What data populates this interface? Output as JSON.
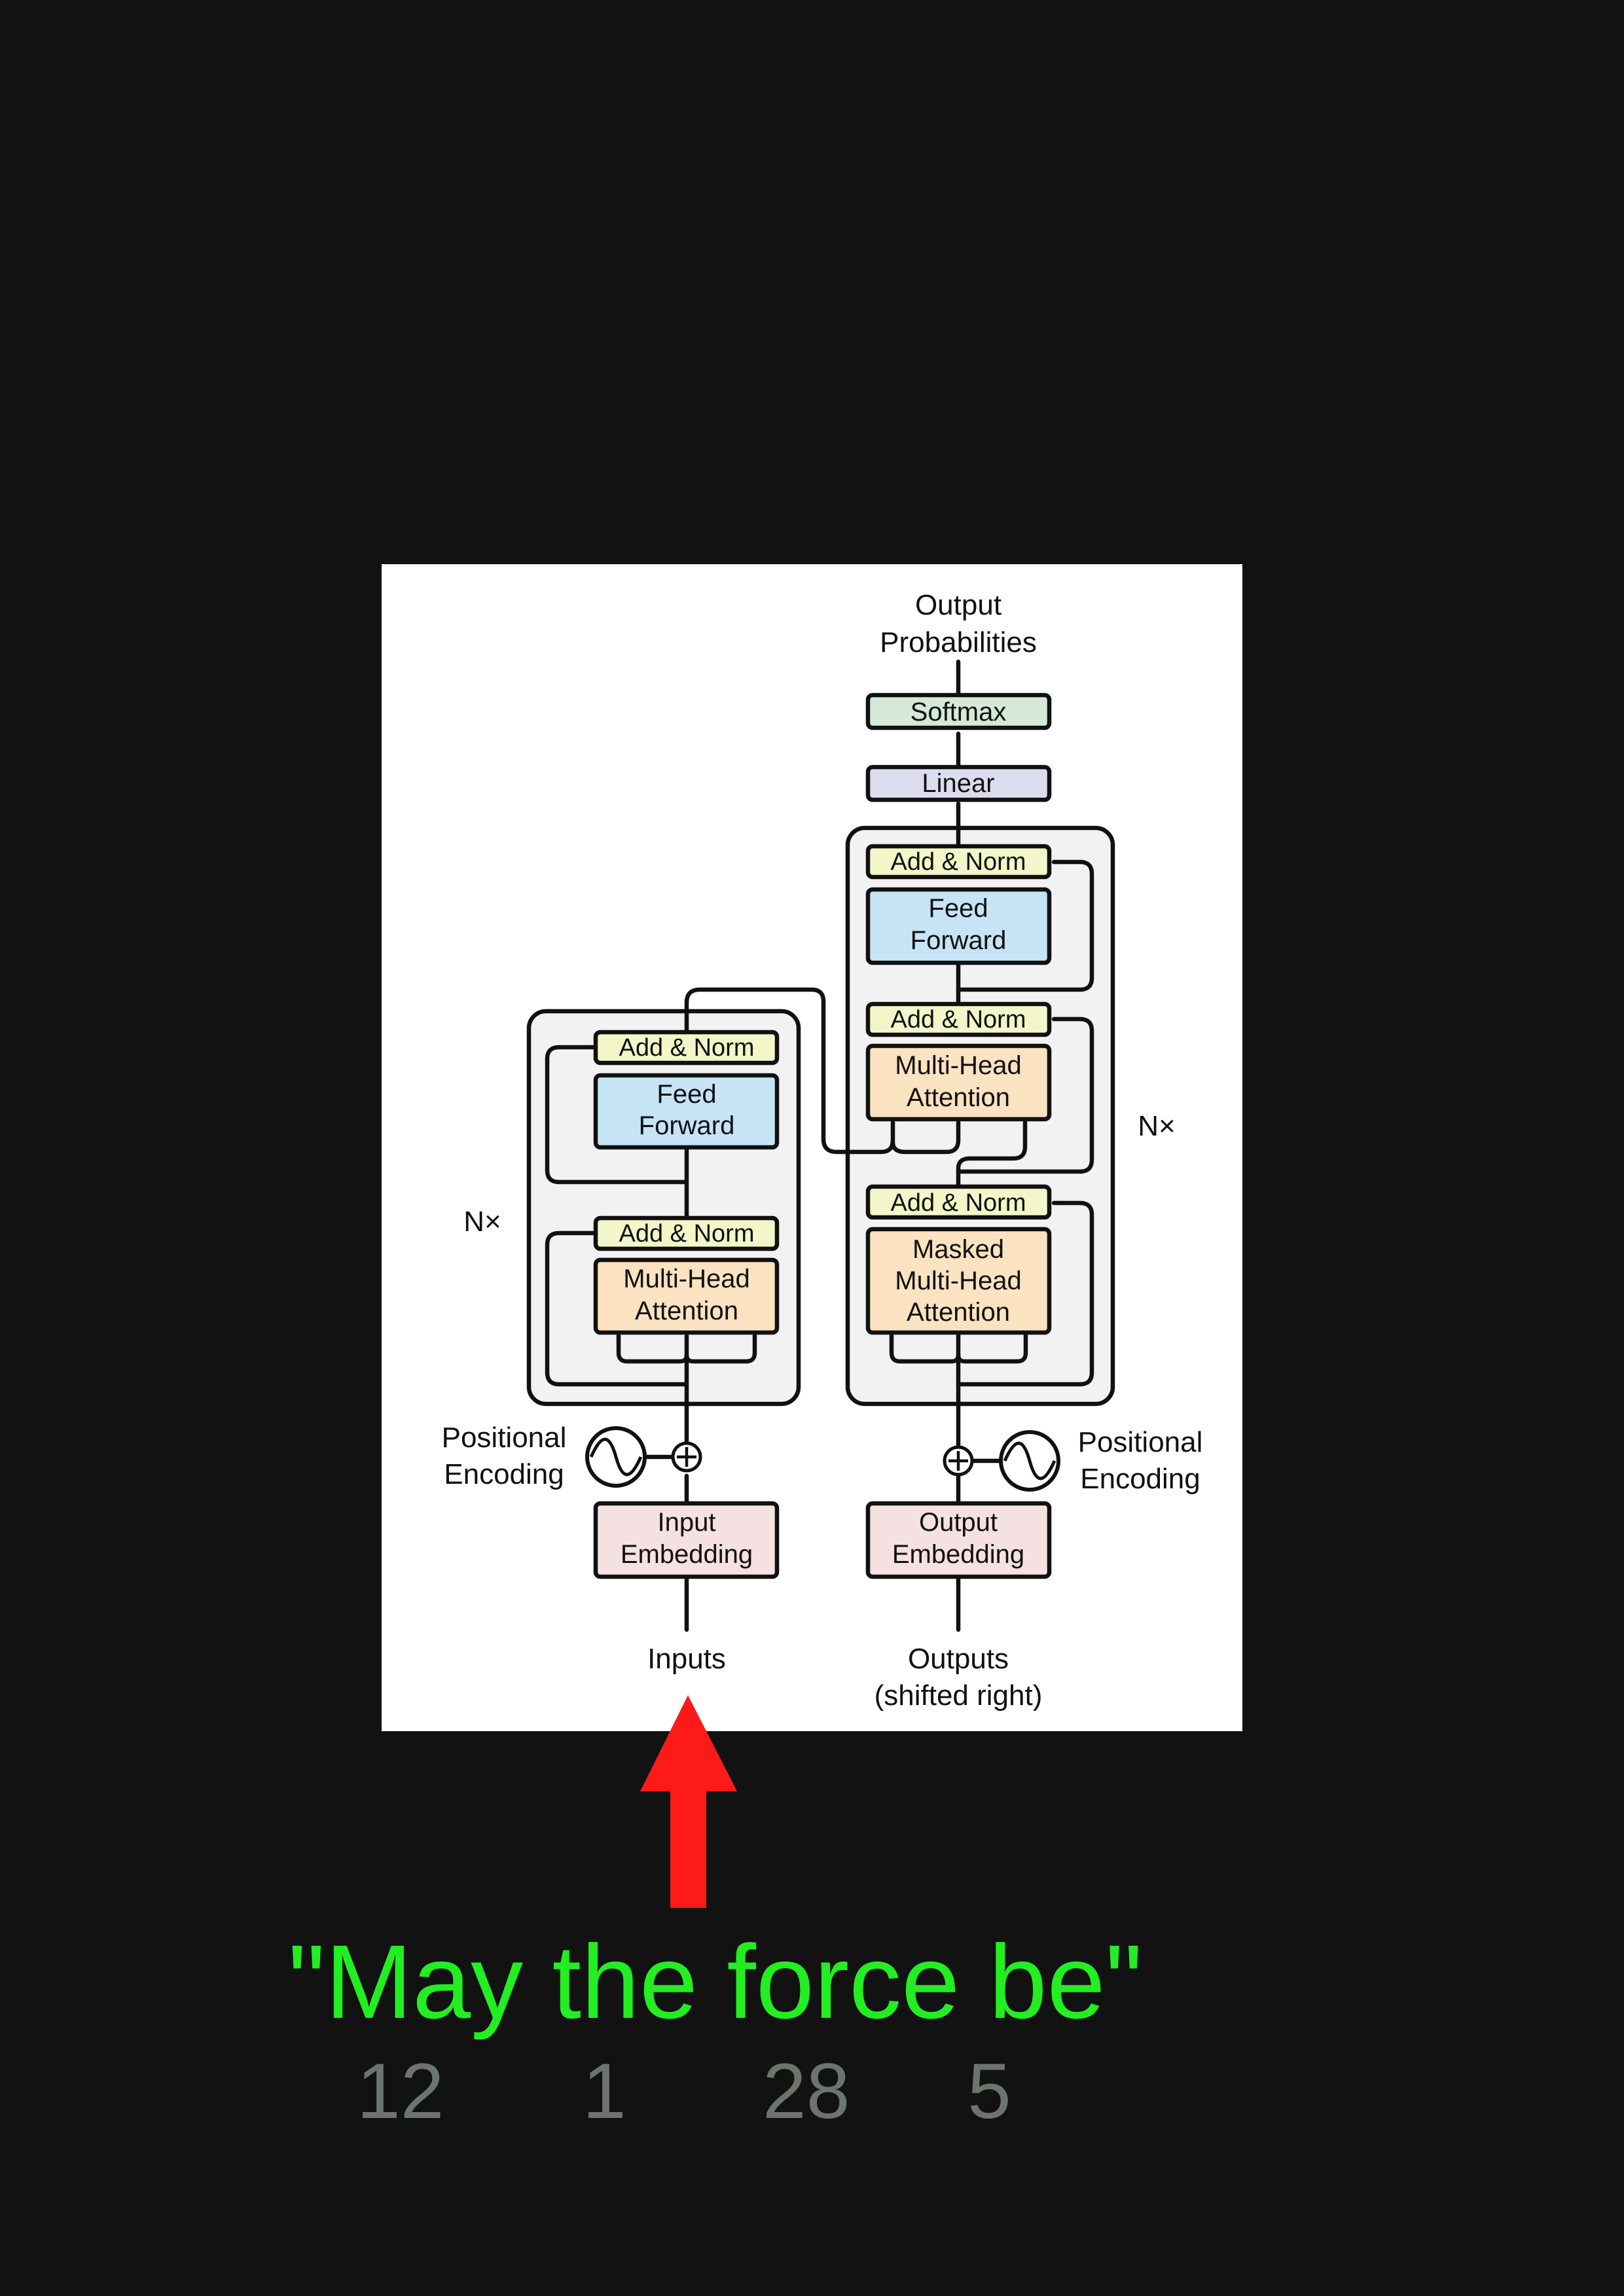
{
  "diagram": {
    "output_probabilities": [
      "Output",
      "Probabilities"
    ],
    "softmax": "Softmax",
    "linear": "Linear",
    "encoder": {
      "repeat": "N×",
      "add_norm_top": "Add & Norm",
      "feed_forward": [
        "Feed",
        "Forward"
      ],
      "add_norm_bottom": "Add & Norm",
      "attention": [
        "Multi-Head",
        "Attention"
      ]
    },
    "decoder": {
      "repeat": "N×",
      "add_norm_top": "Add & Norm",
      "feed_forward": [
        "Feed",
        "Forward"
      ],
      "add_norm_mid": "Add & Norm",
      "cross_attention": [
        "Multi-Head",
        "Attention"
      ],
      "add_norm_bottom": "Add & Norm",
      "masked_attention": [
        "Masked",
        "Multi-Head",
        "Attention"
      ]
    },
    "positional_encoding_left": [
      "Positional",
      "Encoding"
    ],
    "positional_encoding_right": [
      "Positional",
      "Encoding"
    ],
    "input_embedding": [
      "Input",
      "Embedding"
    ],
    "output_embedding": [
      "Output",
      "Embedding"
    ],
    "inputs_label": "Inputs",
    "outputs_label": [
      "Outputs",
      "(shifted right)"
    ]
  },
  "annotation": {
    "phrase": "\"May the force be\"",
    "token_ids": [
      "12",
      "1",
      "28",
      "5"
    ]
  },
  "colors": {
    "background": "#121212",
    "panel": "#ffffff",
    "layer_box": "#f2f2f2",
    "add_norm": "#f2f6c8",
    "feed_forward": "#c6e4f6",
    "attention": "#fbe2c0",
    "embedding": "#f5e0e2",
    "linear": "#dcdcef",
    "softmax": "#d5ead6",
    "arrow": "#ff1a1a",
    "phrase": "#22ee22",
    "token_ids": "#6c756d"
  }
}
